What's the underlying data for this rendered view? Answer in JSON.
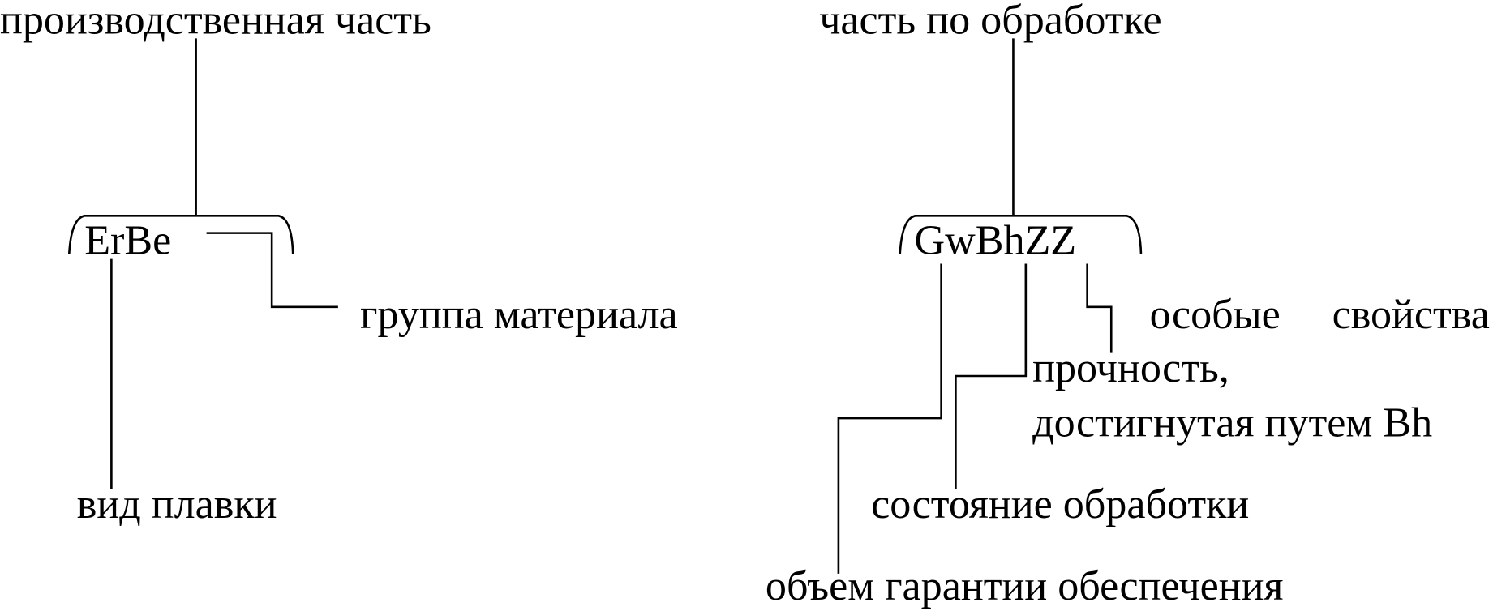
{
  "left": {
    "title": "производственная часть",
    "code": "ErBe",
    "labels": {
      "material_group": "группа материала",
      "melting_type": "вид плавки"
    }
  },
  "right": {
    "title": "часть по обработке",
    "code": "GwBhZZ",
    "labels": {
      "special_properties_1": "особые",
      "special_properties_2": "свойства",
      "strength_line1": "прочность,",
      "strength_line2": "достигнутая путем Bh",
      "treatment_state": "состояние обработки",
      "guarantee_scope": "объем гарантии обеспечения"
    }
  }
}
